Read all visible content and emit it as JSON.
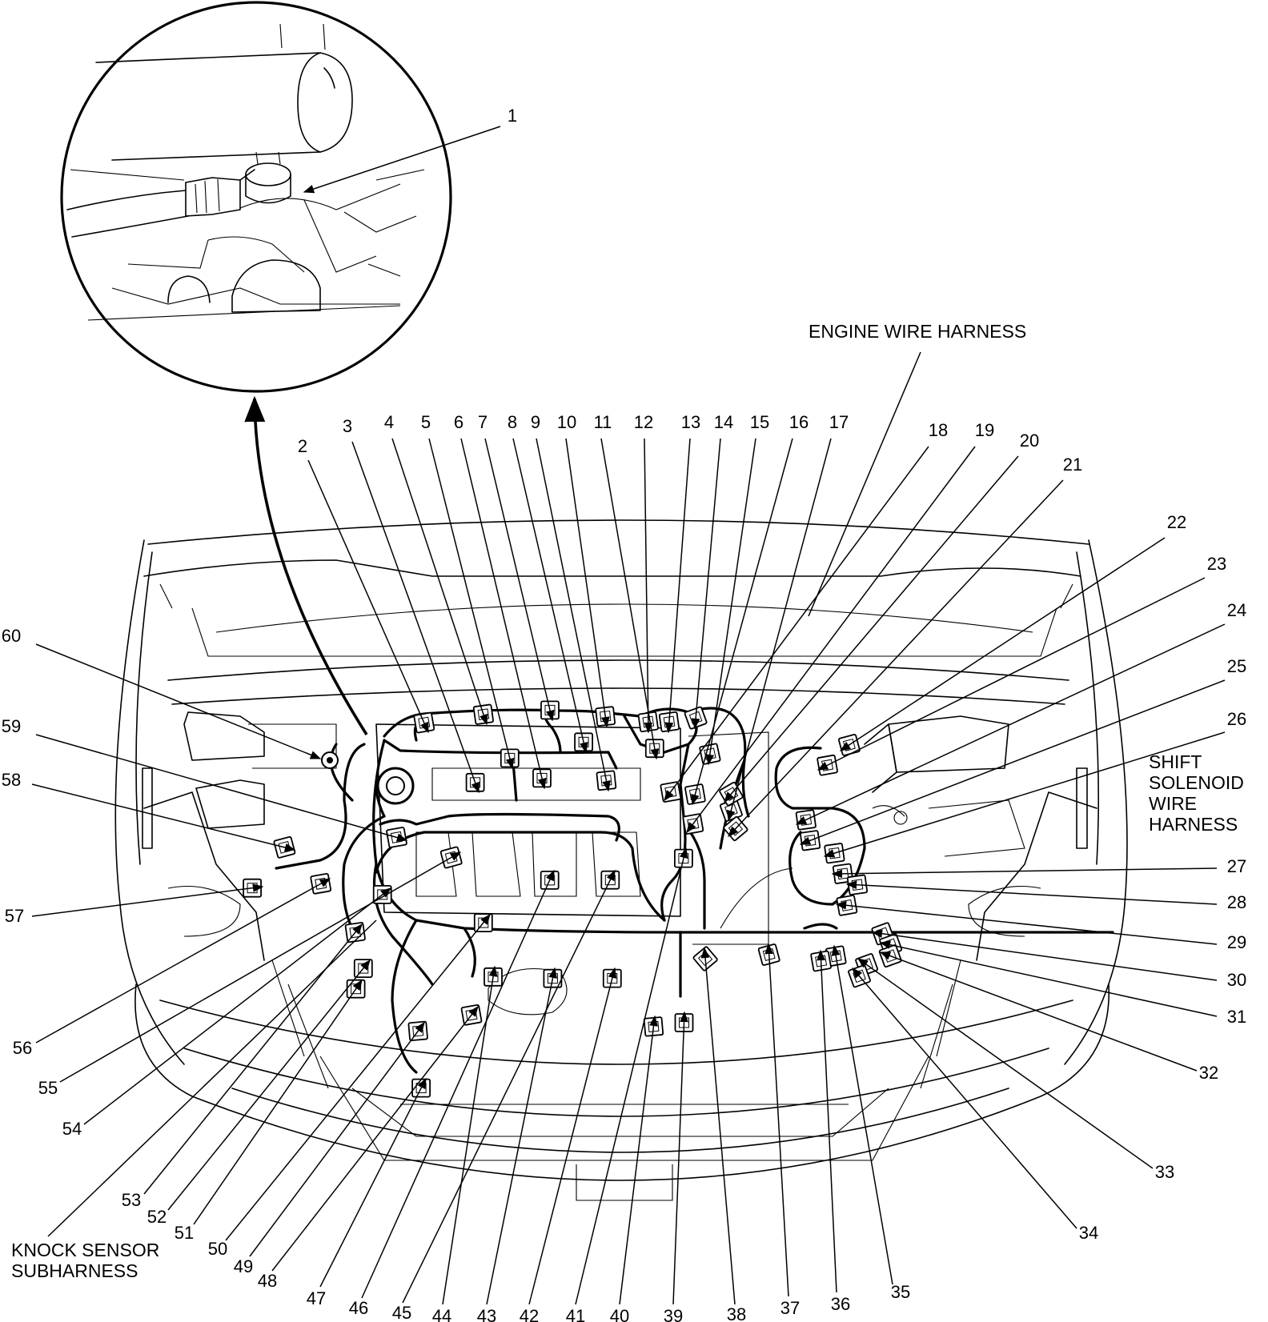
{
  "labels": {
    "engine_wire_harness": "ENGINE WIRE HARNESS",
    "shift_solenoid": [
      "SHIFT",
      "SOLENOID",
      "WIRE",
      "HARNESS"
    ],
    "knock_sensor": [
      "KNOCK SENSOR",
      "SUBHARNESS"
    ]
  },
  "callouts": [
    {
      "n": "1"
    },
    {
      "n": "2"
    },
    {
      "n": "3"
    },
    {
      "n": "4"
    },
    {
      "n": "5"
    },
    {
      "n": "6"
    },
    {
      "n": "7"
    },
    {
      "n": "8"
    },
    {
      "n": "9"
    },
    {
      "n": "10"
    },
    {
      "n": "11"
    },
    {
      "n": "12"
    },
    {
      "n": "13"
    },
    {
      "n": "14"
    },
    {
      "n": "15"
    },
    {
      "n": "16"
    },
    {
      "n": "17"
    },
    {
      "n": "18"
    },
    {
      "n": "19"
    },
    {
      "n": "20"
    },
    {
      "n": "21"
    },
    {
      "n": "22"
    },
    {
      "n": "23"
    },
    {
      "n": "24"
    },
    {
      "n": "25"
    },
    {
      "n": "26"
    },
    {
      "n": "27"
    },
    {
      "n": "28"
    },
    {
      "n": "29"
    },
    {
      "n": "30"
    },
    {
      "n": "31"
    },
    {
      "n": "32"
    },
    {
      "n": "33"
    },
    {
      "n": "34"
    },
    {
      "n": "35"
    },
    {
      "n": "36"
    },
    {
      "n": "37"
    },
    {
      "n": "38"
    },
    {
      "n": "39"
    },
    {
      "n": "40"
    },
    {
      "n": "41"
    },
    {
      "n": "42"
    },
    {
      "n": "43"
    },
    {
      "n": "44"
    },
    {
      "n": "45"
    },
    {
      "n": "46"
    },
    {
      "n": "47"
    },
    {
      "n": "48"
    },
    {
      "n": "49"
    },
    {
      "n": "50"
    },
    {
      "n": "51"
    },
    {
      "n": "52"
    },
    {
      "n": "53"
    },
    {
      "n": "54"
    },
    {
      "n": "55"
    },
    {
      "n": "56"
    },
    {
      "n": "57"
    },
    {
      "n": "58"
    },
    {
      "n": "59"
    },
    {
      "n": "60"
    }
  ]
}
